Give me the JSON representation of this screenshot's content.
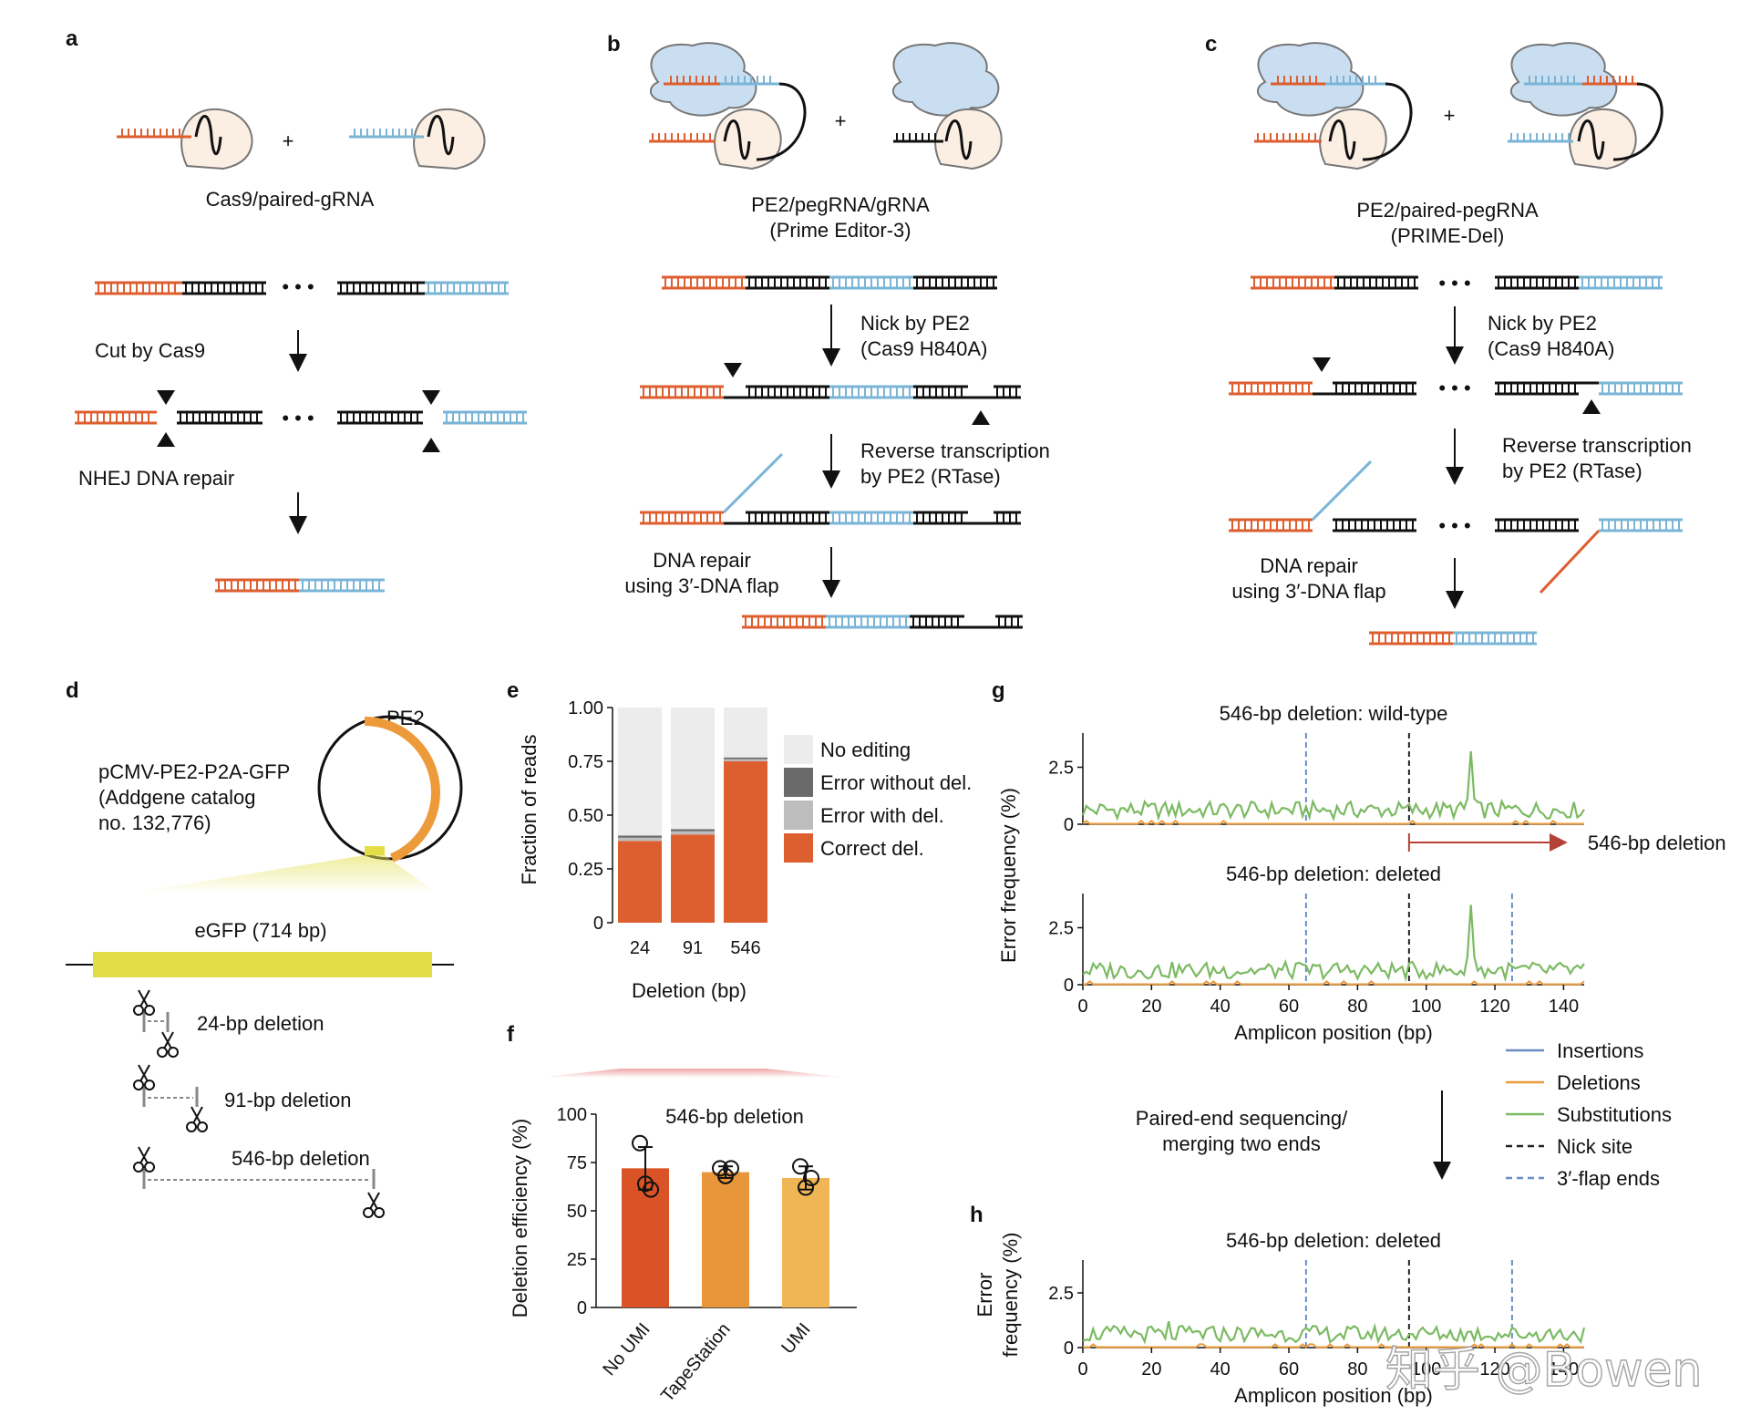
{
  "panel_labels": {
    "a": "a",
    "b": "b",
    "c": "c",
    "d": "d",
    "e": "e",
    "f": "f",
    "g": "g",
    "h": "h"
  },
  "colors": {
    "orange": "#dd5e2f",
    "blue": "#7ab4d6",
    "black": "#111111",
    "cell": "#fbeee2",
    "cloud": "#c9def0",
    "gfp": "#e3dd47",
    "ring_orange": "#ec9a3a",
    "green": "#7cba62",
    "red_arrow": "#b54236",
    "gray_dark": "#6a6a6a",
    "gray_mid": "#bdbdbd",
    "gray_light": "#ececec"
  },
  "icons": {
    "scissors": "scissors-icon",
    "nick": "triangle-nick-marker",
    "plasmid": "plasmid-circle"
  },
  "panel_a": {
    "plus": "+",
    "caption": "Cas9/paired-gRNA",
    "step1": "Cut by Cas9",
    "step2": "NHEJ DNA repair",
    "dots": "• • •"
  },
  "panel_b": {
    "plus": "+",
    "caption1": "PE2/pegRNA/gRNA",
    "caption2": "(Prime Editor-3)",
    "step1a": "Nick by PE2",
    "step1b": "(Cas9 H840A)",
    "step2a": "Reverse transcription",
    "step2b": "by PE2 (RTase)",
    "step3a": "DNA repair",
    "step3b": "using 3′-DNA flap"
  },
  "panel_c": {
    "plus": "+",
    "caption1": "PE2/paired-pegRNA",
    "caption2": "(PRIME-Del)",
    "step1a": "Nick by PE2",
    "step1b": "(Cas9 H840A)",
    "step2a": "Reverse transcription",
    "step2b": "by PE2 (RTase)",
    "step3a": "DNA repair",
    "step3b": "using 3′-DNA flap",
    "dots": "• • •"
  },
  "panel_d": {
    "plasmid_line1": "pCMV-PE2-P2A-GFP",
    "plasmid_line2": "(Addgene catalog",
    "plasmid_line3": "no. 132,776)",
    "pe2": "PE2",
    "gene": "eGFP (714 bp)",
    "del1": "24-bp deletion",
    "del2": "91-bp deletion",
    "del3": "546-bp deletion"
  },
  "panel_e": {
    "chart_data": {
      "type": "bar",
      "stacked": true,
      "categories": [
        "24",
        "91",
        "546"
      ],
      "xlabel": "Deletion (bp)",
      "ylabel": "Fraction of reads",
      "ylim": [
        0,
        1.0
      ],
      "yticks": [
        "0",
        "0.25",
        "0.50",
        "0.75",
        "1.00"
      ],
      "legend_position": "right",
      "series": [
        {
          "name": "Correct del.",
          "color": "#dd5e2f",
          "values": [
            0.38,
            0.41,
            0.75
          ]
        },
        {
          "name": "Error with del.",
          "color": "#bdbdbd",
          "values": [
            0.015,
            0.015,
            0.01
          ]
        },
        {
          "name": "Error without del.",
          "color": "#6a6a6a",
          "values": [
            0.01,
            0.01,
            0.008
          ]
        },
        {
          "name": "No editing",
          "color": "#ececec",
          "values": [
            0.595,
            0.565,
            0.232
          ]
        }
      ]
    }
  },
  "panel_f": {
    "chart_data": {
      "type": "bar",
      "title": "546-bp deletion",
      "categories": [
        "No UMI",
        "TapeStation",
        "UMI"
      ],
      "values": [
        72,
        70,
        67
      ],
      "errors": [
        11,
        3,
        6
      ],
      "points": [
        [
          85,
          64,
          61
        ],
        [
          72,
          68,
          72
        ],
        [
          73,
          62,
          67
        ]
      ],
      "colors": [
        "#d95327",
        "#e7963a",
        "#f0b655"
      ],
      "ylabel": "Deletion efficiency (%)",
      "ylim": [
        0,
        100
      ],
      "yticks": [
        "0",
        "25",
        "50",
        "75",
        "100"
      ]
    }
  },
  "panel_g": {
    "chart_data": [
      {
        "type": "line",
        "title": "546-bp deletion: wild-type",
        "ylim": [
          0,
          4
        ],
        "yticks": [
          "0",
          "2.5"
        ],
        "xlim": [
          0,
          146
        ],
        "vlines_black": [
          95
        ],
        "vlines_blue": [
          65
        ],
        "peak": {
          "x": 113,
          "y": 3.2
        },
        "annotation": "546-bp deletion"
      },
      {
        "type": "line",
        "title": "546-bp deletion: deleted",
        "ylim": [
          0,
          4
        ],
        "yticks": [
          "0",
          "2.5"
        ],
        "xlim": [
          0,
          146
        ],
        "vlines_black": [
          95
        ],
        "vlines_blue": [
          65,
          125
        ],
        "peak": {
          "x": 113,
          "y": 3.5
        },
        "xticks": [
          "0",
          "20",
          "40",
          "60",
          "80",
          "100",
          "120",
          "140"
        ],
        "xlabel": "Amplicon position (bp)"
      }
    ],
    "ylabel": "Error frequency (%)",
    "legend": [
      {
        "name": "Insertions",
        "color": "#6a8ec2",
        "dash": false
      },
      {
        "name": "Deletions",
        "color": "#ec9a3a",
        "dash": false
      },
      {
        "name": "Substitutions",
        "color": "#7cba62",
        "dash": false
      },
      {
        "name": "Nick site",
        "color": "#222222",
        "dash": true
      },
      {
        "name": "3′-flap ends",
        "color": "#6a8ec2",
        "dash": true
      }
    ],
    "process_line1": "Paired-end sequencing/",
    "process_line2": "merging two ends"
  },
  "panel_h": {
    "chart_data": {
      "type": "line",
      "title": "546-bp deletion: deleted",
      "ylim": [
        0,
        4
      ],
      "yticks": [
        "0",
        "2.5"
      ],
      "xlim": [
        0,
        146
      ],
      "vlines_black": [
        95
      ],
      "vlines_blue": [
        65,
        125
      ],
      "peak": {
        "x": 25,
        "y": 1.2
      },
      "xticks": [
        "0",
        "20",
        "40",
        "60",
        "80",
        "100",
        "120",
        "140"
      ],
      "xlabel": "Amplicon position (bp)"
    },
    "ylabel1": "Error",
    "ylabel2": "frequency (%)"
  },
  "watermark": "知乎 @Bowen"
}
